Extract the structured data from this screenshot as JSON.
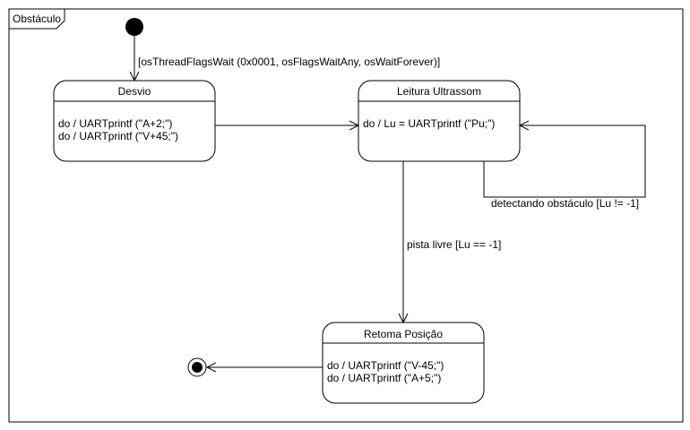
{
  "frame": {
    "title": "Obstáculo"
  },
  "states": {
    "desvio": {
      "name": "Desvio",
      "actions": [
        "do / UARTprintf (\"A+2;\")",
        "do / UARTprintf (\"V+45;\")"
      ]
    },
    "leitura": {
      "name": "Leitura Ultrassom",
      "actions": [
        "do / Lu = UARTprintf (\"Pu;\")"
      ]
    },
    "retoma": {
      "name": "Retoma Posição",
      "actions": [
        "do / UARTprintf (\"V-45;\")",
        "do / UARTprintf (\"A+5;\")"
      ]
    }
  },
  "transitions": {
    "initial_guard": "[osThreadFlagsWait (0x0001, osFlagsWaitAny, osWaitForever)]",
    "self_loop": "detectando obstáculo [Lu != -1]",
    "to_retoma": "pista livre [Lu == -1]"
  },
  "colors": {
    "line": "#000000",
    "fill": "#ffffff"
  }
}
